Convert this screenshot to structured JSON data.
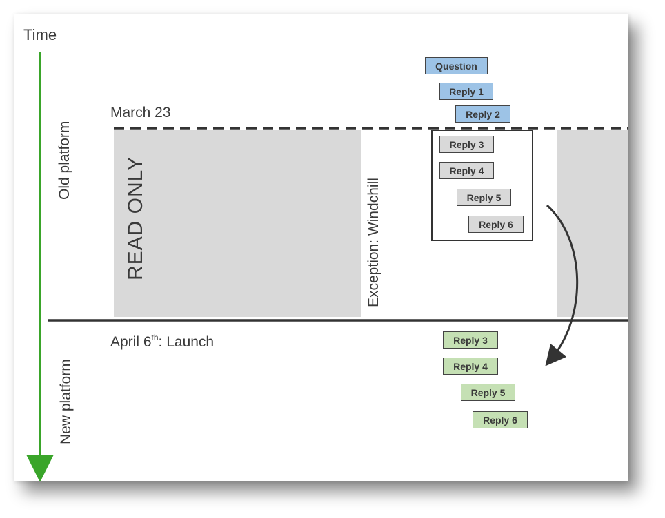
{
  "axis": {
    "time_label": "Time"
  },
  "platforms": {
    "old": "Old platform",
    "new": "New platform"
  },
  "milestones": {
    "march": "March 23",
    "april_prefix": "April 6",
    "april_sup": "th",
    "april_suffix": ": Launch"
  },
  "regions": {
    "read_only": "READ ONLY",
    "exception": "Exception: Windchill"
  },
  "old_thread": {
    "question": "Question",
    "reply1": "Reply 1",
    "reply2": "Reply 2",
    "reply3": "Reply 3",
    "reply4": "Reply 4",
    "reply5": "Reply 5",
    "reply6": "Reply 6"
  },
  "new_thread": {
    "reply3": "Reply 3",
    "reply4": "Reply 4",
    "reply5": "Reply 5",
    "reply6": "Reply 6"
  },
  "colors": {
    "question_fill": "#9dc3e6",
    "archived_fill": "#d9d9d9",
    "migrated_fill": "#c5e0b4",
    "time_arrow": "#3aa52a"
  }
}
